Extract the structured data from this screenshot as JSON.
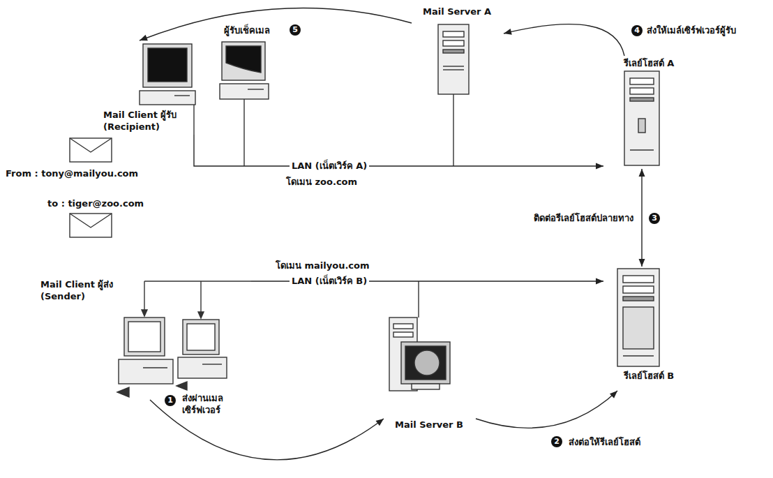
{
  "diagram": {
    "nodes": [
      {
        "text": [
          "Mail Server A"
        ]
      },
      {
        "text": [
          "รีเลย์โฮสต์ A"
        ]
      },
      {
        "text": [
          "รีเลย์โฮสต์ B"
        ]
      },
      {
        "text": [
          "Mail Server B"
        ]
      },
      {
        "text": [
          "Mail Client ผู้รับ (Recipient)"
        ]
      },
      {
        "text": [
          "Mail Client ผู้ส่ง (Sender)"
        ]
      }
    ],
    "edges": [
      {
        "from": 5,
        "to": 3,
        "label": "ส่งผ่านเมล เซิร์ฟเวอร์",
        "arrow": "to"
      },
      {
        "from": 3,
        "to": 2,
        "label": "ส่งต่อให้รีเลย์โฮสต์",
        "arrow": "to"
      },
      {
        "from": 2,
        "to": 1,
        "label": "ติดต่อรีเลย์โฮสต์ปลายทาง",
        "arrow": "both"
      },
      {
        "from": 1,
        "to": 0,
        "label": "ส่งให้เมล์เซิร์ฟเวอร์ผู้รับ",
        "arrow": "to"
      },
      {
        "from": 0,
        "to": 4,
        "label": "ผู้รับเช็คเมล",
        "arrow": "to"
      },
      {
        "from": 4,
        "to": 1,
        "label": "LAN (เน็ตเวิร์ค A)",
        "arrow": "to"
      },
      {
        "from": 5,
        "to": 2,
        "label": "LAN (เน็ตเวิร์ค B)",
        "arrow": "to"
      }
    ],
    "labels": [
      "From : tony@mailyou.com",
      "to : tiger@zoo.com",
      "โดเมน zoo.com",
      "โดเมน mailyou.com",
      "1",
      "2",
      "3",
      "4",
      "5"
    ]
  }
}
